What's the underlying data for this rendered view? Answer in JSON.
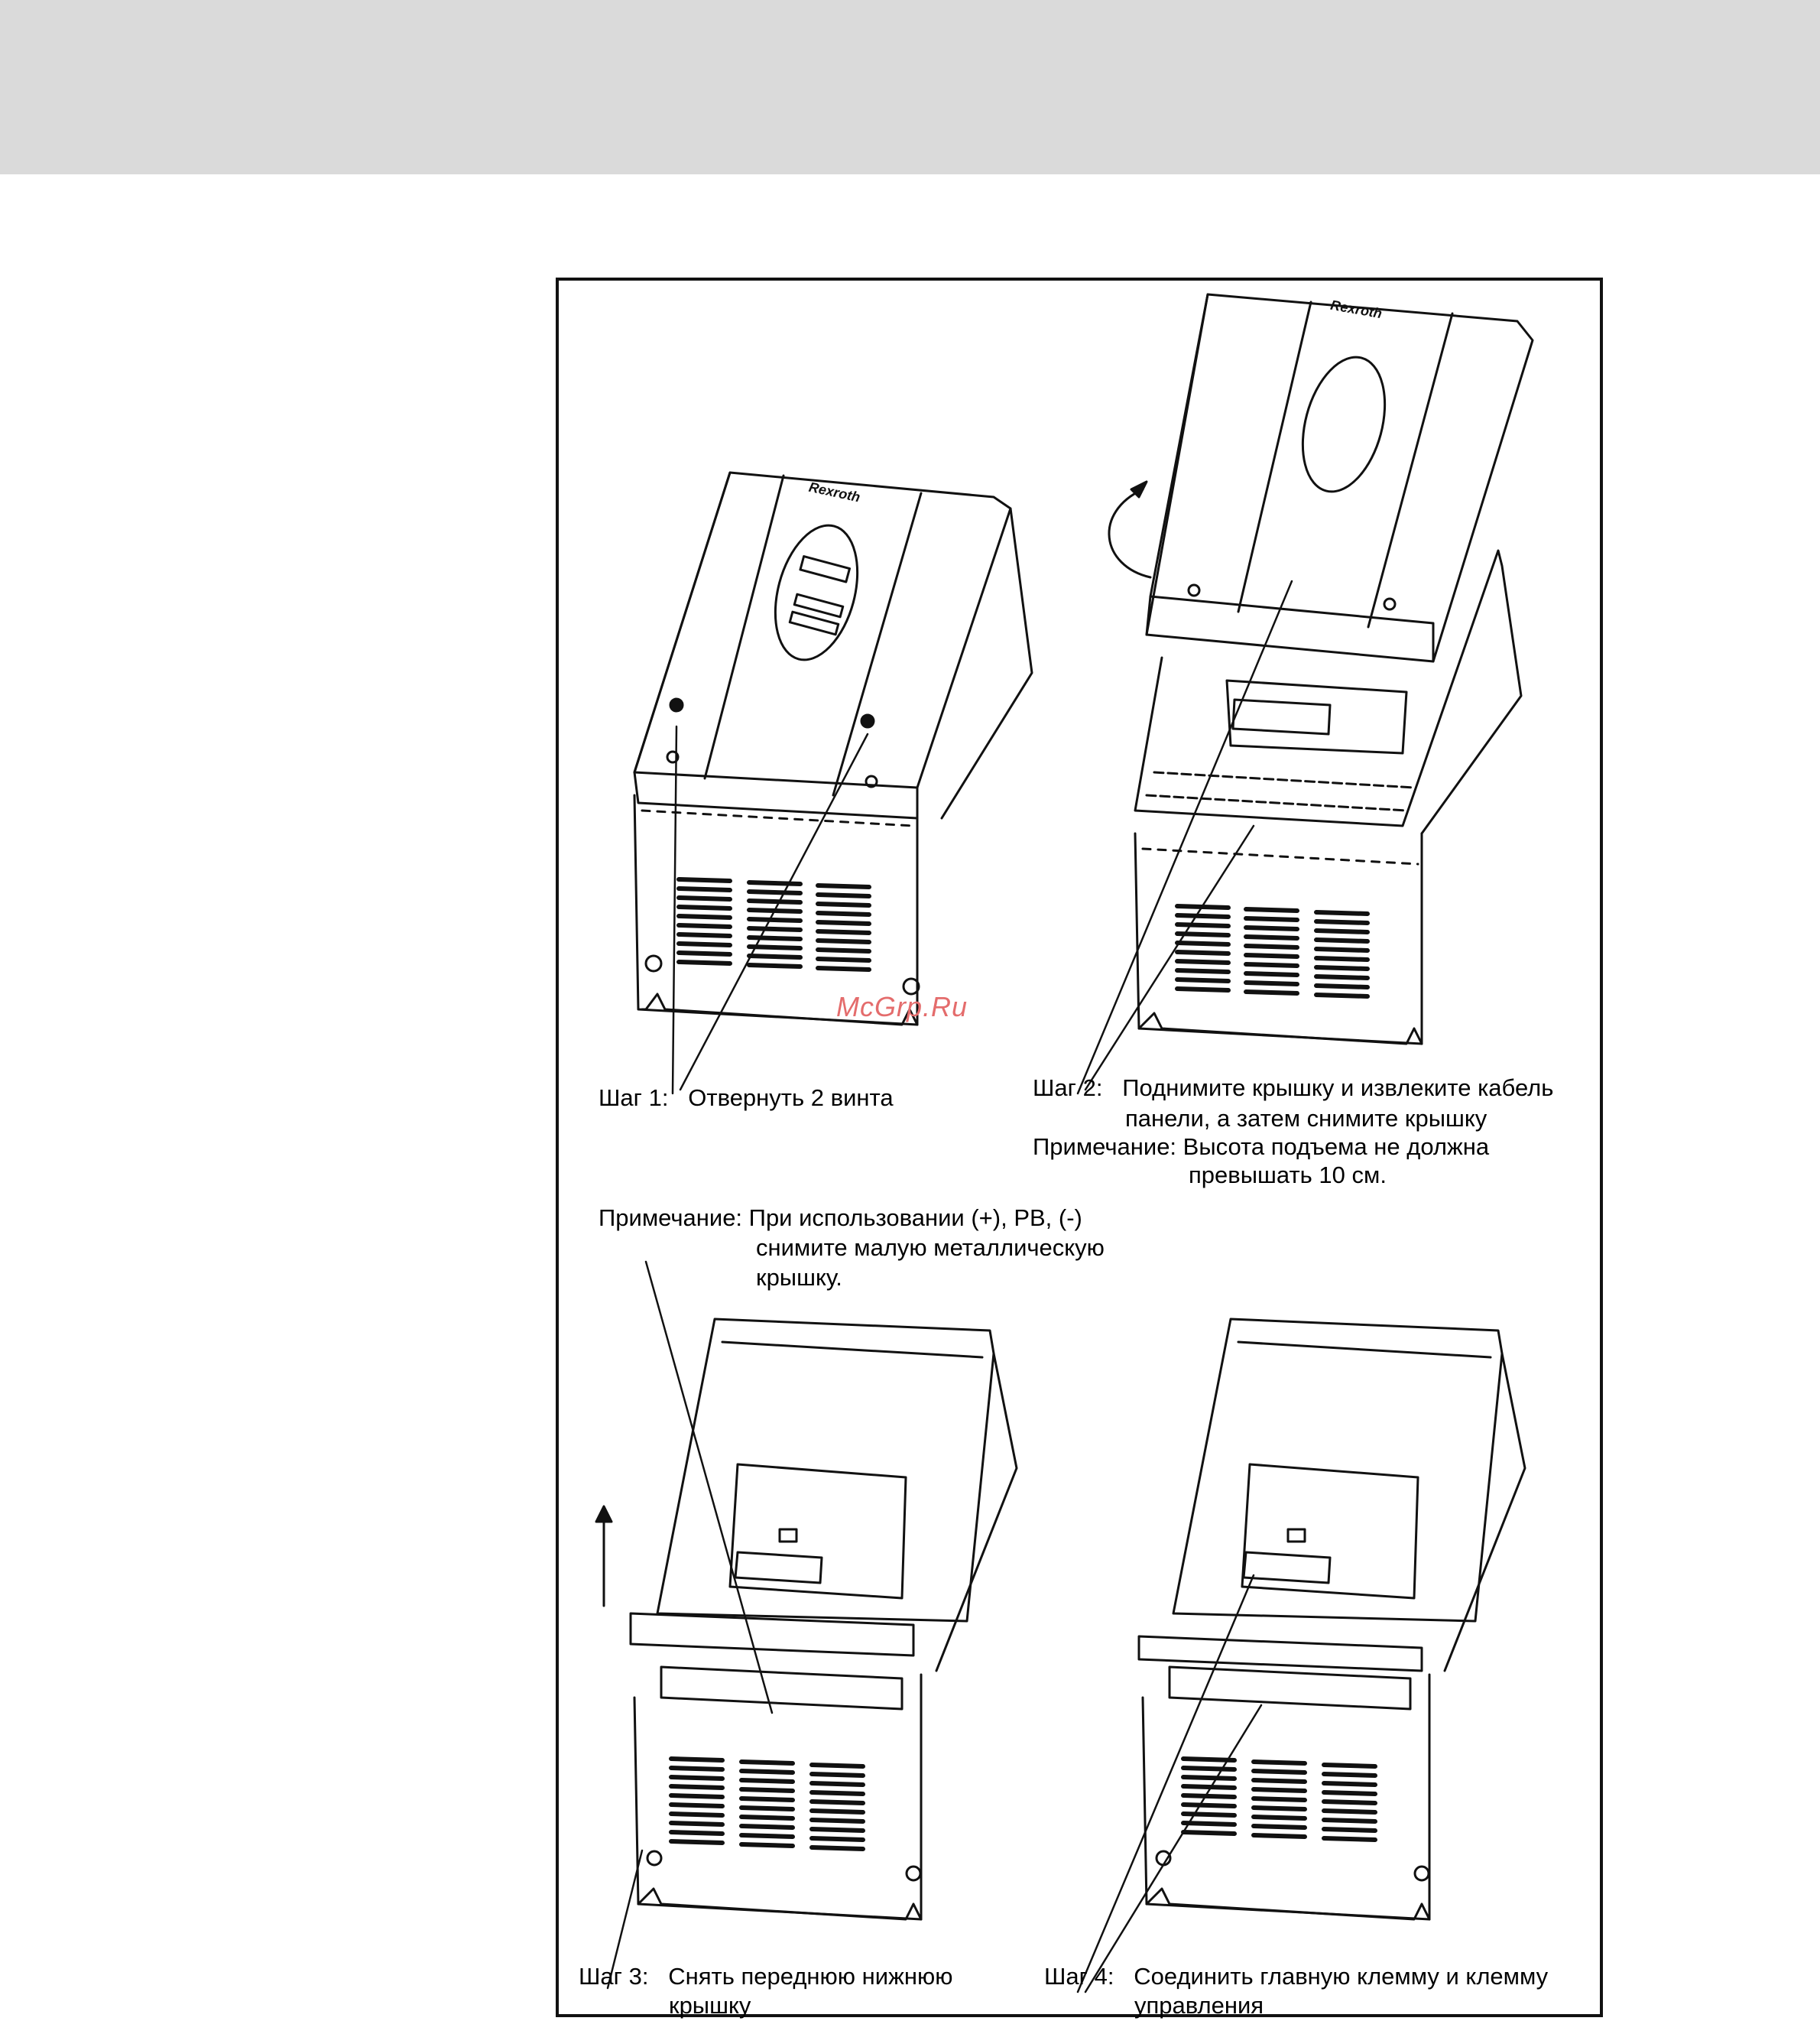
{
  "watermark": "McGrp.Ru",
  "brand_logo": "Rexroth",
  "captions": {
    "step1": "Шаг 1:   Отвернуть 2 винта",
    "step2_line1": "Шаг 2:   Поднимите крышку и извлеките кабель",
    "step2_line2": "панели, а затем снимите крышку",
    "step2_note_line1": "Примечание: Высота подъема не должна",
    "step2_note_line2": "превышать 10 см.",
    "step3_note_line1": "Примечание: При использовании (+), PB, (-)",
    "step3_note_line2": "снимите малую металлическую",
    "step3_note_line3": "крышку.",
    "step3_line1": "Шаг 3:   Снять переднюю нижнюю",
    "step3_line2": "крышку",
    "step4_line1": "Шаг 4:   Соединить главную клемму и клемму",
    "step4_line2": "управления"
  }
}
